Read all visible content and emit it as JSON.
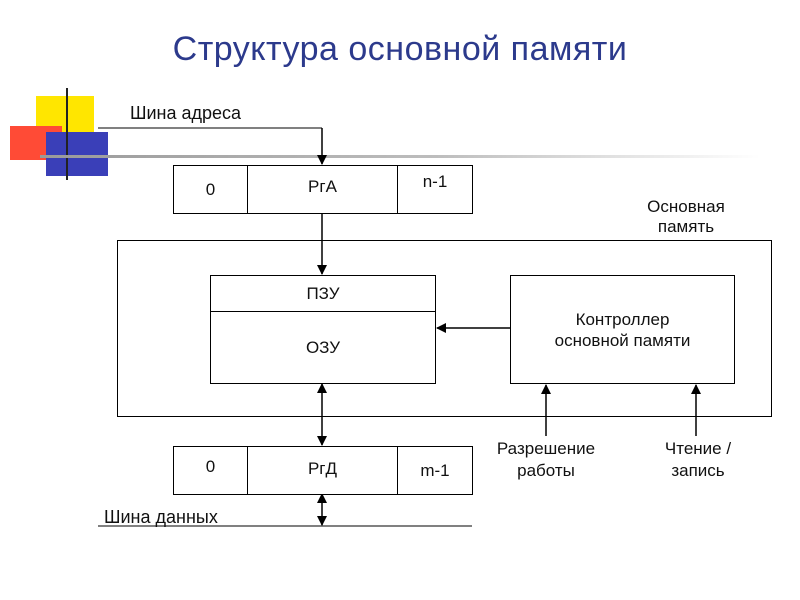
{
  "title": "Структура основной памяти",
  "address_bus_label": "Шина адреса",
  "data_bus_label": "Шина данных",
  "register_address": {
    "left": "0",
    "name": "РгА",
    "right": "n-1"
  },
  "register_data": {
    "left": "0",
    "name": "РгД",
    "right": "m-1"
  },
  "main_memory_label": "Основная память",
  "rom_label": "ПЗУ",
  "ram_label": "ОЗУ",
  "controller_label": "Контроллер основной памяти",
  "enable_label": "Разрешение работы",
  "rw_label": "Чтение / запись",
  "colors": {
    "title": "#2c3a8c",
    "deco_yellow": "#ffe600",
    "deco_red": "#ff4b36",
    "deco_blue": "#3a3fb8"
  }
}
